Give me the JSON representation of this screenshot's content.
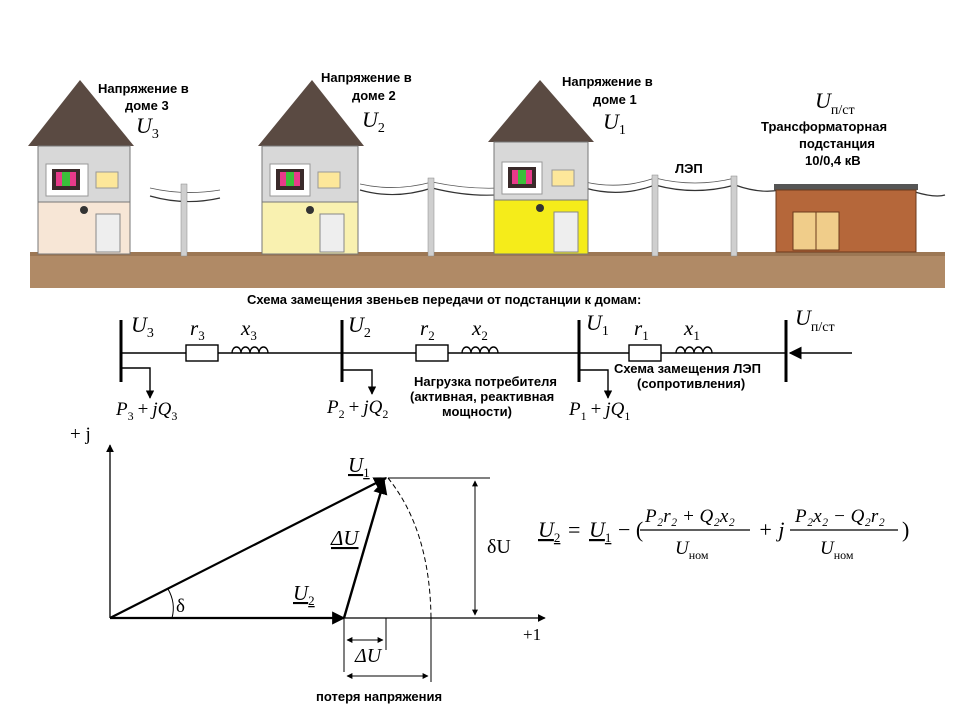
{
  "scene": {
    "house3": {
      "label_line1": "Напряжение в",
      "label_line2": "доме 3",
      "symbol": "U",
      "index": "3"
    },
    "house2": {
      "label_line1": "Напряжение в",
      "label_line2": "доме 2",
      "symbol": "U",
      "index": "2"
    },
    "house1": {
      "label_line1": "Напряжение в",
      "label_line2": "доме 1",
      "symbol": "U",
      "index": "1"
    },
    "line_label": "ЛЭП",
    "substation": {
      "symbol": "U",
      "index": "п/ст",
      "name_line1": "Трансформаторная",
      "name_line2": "подстанция",
      "name_line3": "10/0,4 кВ"
    },
    "colors": {
      "roof": "#5a4a42",
      "soil": "#b08a66",
      "wall_top": "#d8d8d8",
      "wall3": "#f7e6d6",
      "wall2": "#f9f1b0",
      "wall1": "#f5ec1a",
      "substation": "#b5673a"
    }
  },
  "circuit": {
    "title": "Схема замещения звеньев передачи от подстанции к домам:",
    "nodes": [
      {
        "symbol": "U",
        "index": "3"
      },
      {
        "symbol": "U",
        "index": "2"
      },
      {
        "symbol": "U",
        "index": "1"
      }
    ],
    "source": {
      "symbol": "U",
      "index": "п/ст"
    },
    "branches": [
      {
        "r": "r",
        "r_idx": "3",
        "x": "x",
        "x_idx": "3"
      },
      {
        "r": "r",
        "r_idx": "2",
        "x": "x",
        "x_idx": "2"
      },
      {
        "r": "r",
        "r_idx": "1",
        "x": "x",
        "x_idx": "1"
      }
    ],
    "loads": [
      {
        "p": "P",
        "idx": "3",
        "plus": "+",
        "j": "jQ",
        "q_idx": "3"
      },
      {
        "p": "P",
        "idx": "2",
        "plus": "+",
        "j": "jQ",
        "q_idx": "2"
      },
      {
        "p": "P",
        "idx": "1",
        "plus": "+",
        "j": "jQ",
        "q_idx": "1"
      }
    ],
    "load_note_line1": "Нагрузка потребителя",
    "load_note_line2": "(активная, реактивная",
    "load_note_line3": "мощности)",
    "line_note_line1": "Схема замещения ЛЭП",
    "line_note_line2": "(сопротивления)"
  },
  "phasor": {
    "axis_j": "+ j",
    "axis_real": "+1",
    "u1": {
      "symbol": "U",
      "index": "1"
    },
    "u2": {
      "symbol": "U",
      "index": "2"
    },
    "delta_u_vec": "ΔU",
    "delta_u_long": "ΔU",
    "delta_u_perp": "δU",
    "angle": "δ",
    "loss_label": "потеря напряжения"
  },
  "formula": {
    "lhs": "U",
    "lhs_idx": "2",
    "eq": "=",
    "u1": "U",
    "u1_idx": "1",
    "minus_paren": "− (",
    "num1": "P₂r₂ + Q₂x₂",
    "den1": "U",
    "den1_idx": "ном",
    "plus_j": "+ j",
    "num2": "P₂x₂ − Q₂r₂",
    "den2": "U",
    "den2_idx": "ном",
    "close": ")"
  }
}
